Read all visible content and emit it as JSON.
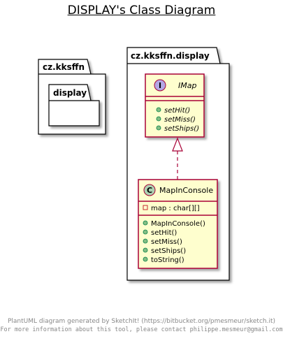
{
  "title": "DISPLAY's Class Diagram",
  "packages": {
    "outer": {
      "label": "cz.kksffn"
    },
    "inner": {
      "label": "display"
    },
    "display": {
      "label": "cz.kksffn.display"
    }
  },
  "classes": {
    "imap": {
      "stereotype_letter": "I",
      "name": "IMap",
      "fields": [],
      "methods": [
        "setHit()",
        "setMiss()",
        "setShips()"
      ]
    },
    "mapinconsole": {
      "stereotype_letter": "C",
      "name": "MapInConsole",
      "fields": [
        "map : char[][]"
      ],
      "methods": [
        "MapInConsole()",
        "setHit()",
        "setMiss()",
        "setShips()",
        "toString()"
      ]
    }
  },
  "relations": [
    {
      "from": "MapInConsole",
      "to": "IMap",
      "kind": "realization"
    }
  ],
  "colors": {
    "class_fill": "#FEFECE",
    "class_border": "#A80036",
    "interface_badge": "#B4A7E5",
    "class_badge": "#ADD1B2",
    "public_marker": "#84BE84",
    "private_marker": "#C82930"
  },
  "footer": {
    "line1": "PlantUML diagram generated by SketchIt! (https://bitbucket.org/pmesmeur/sketch.it)",
    "line2": "For more information about this tool, please contact philippe.mesmeur@gmail.com"
  }
}
